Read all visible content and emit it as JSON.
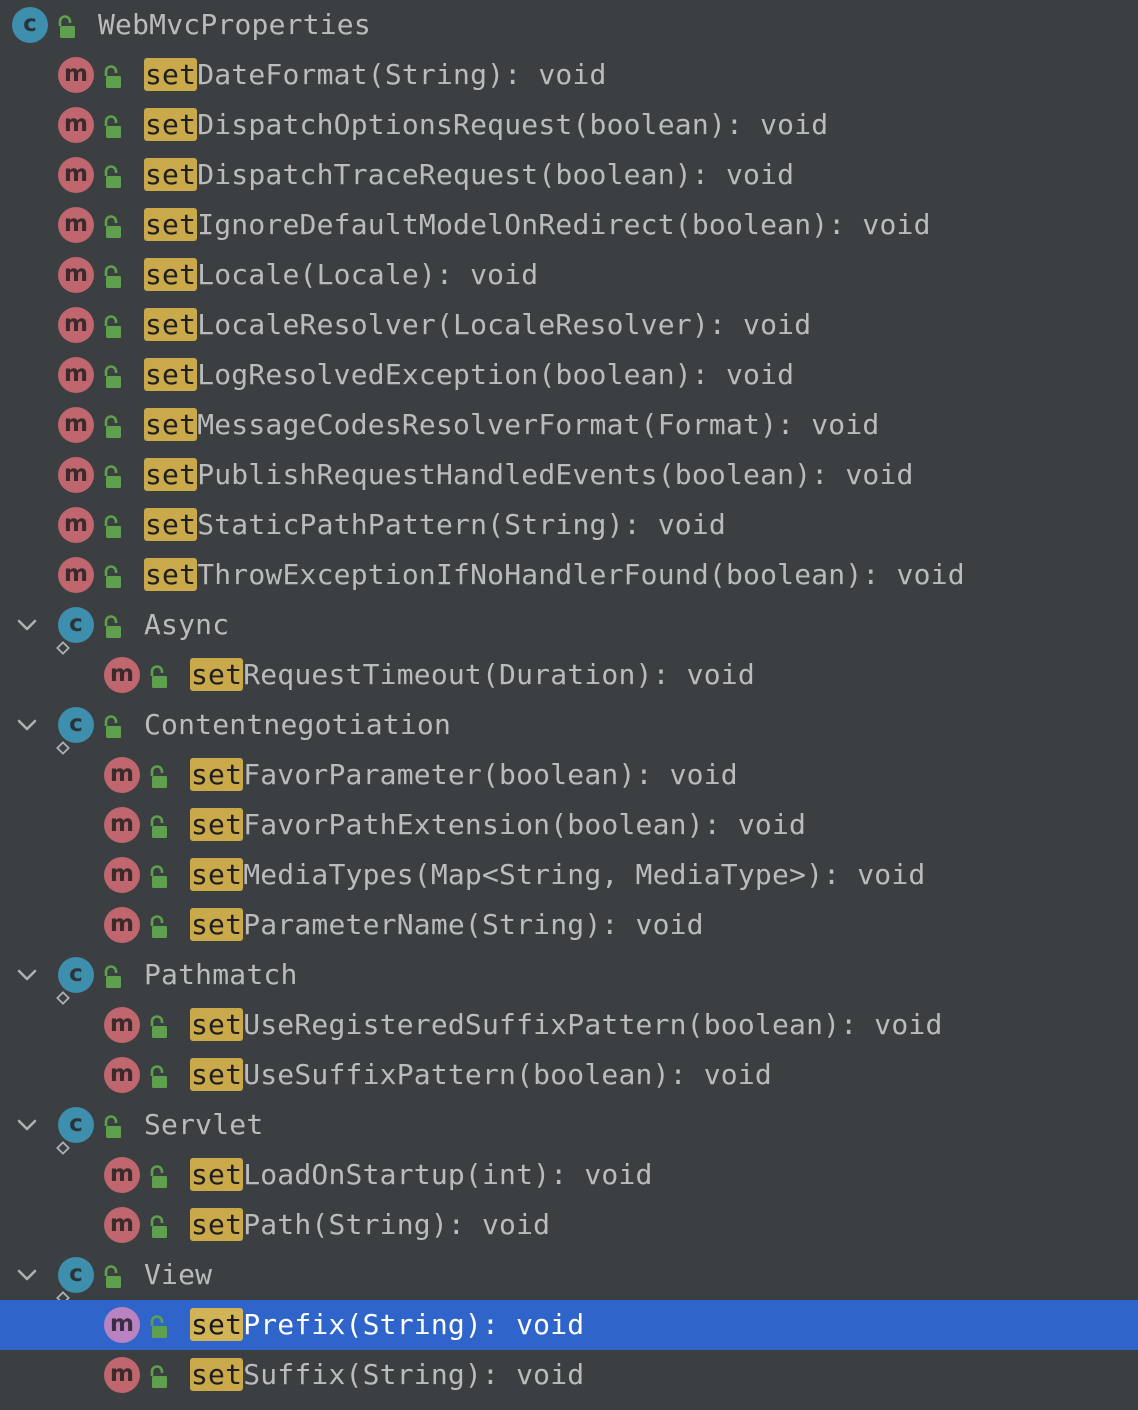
{
  "tree": {
    "highlight_prefix": "set",
    "items": [
      {
        "kind": "class",
        "depth": 0,
        "expandable": false,
        "name": "WebMvcProperties"
      },
      {
        "kind": "method",
        "depth": 1,
        "name": "DateFormat(String): void"
      },
      {
        "kind": "method",
        "depth": 1,
        "name": "DispatchOptionsRequest(boolean): void"
      },
      {
        "kind": "method",
        "depth": 1,
        "name": "DispatchTraceRequest(boolean): void"
      },
      {
        "kind": "method",
        "depth": 1,
        "name": "IgnoreDefaultModelOnRedirect(boolean): void"
      },
      {
        "kind": "method",
        "depth": 1,
        "name": "Locale(Locale): void"
      },
      {
        "kind": "method",
        "depth": 1,
        "name": "LocaleResolver(LocaleResolver): void"
      },
      {
        "kind": "method",
        "depth": 1,
        "name": "LogResolvedException(boolean): void"
      },
      {
        "kind": "method",
        "depth": 1,
        "name": "MessageCodesResolverFormat(Format): void"
      },
      {
        "kind": "method",
        "depth": 1,
        "name": "PublishRequestHandledEvents(boolean): void"
      },
      {
        "kind": "method",
        "depth": 1,
        "name": "StaticPathPattern(String): void"
      },
      {
        "kind": "method",
        "depth": 1,
        "name": "ThrowExceptionIfNoHandlerFound(boolean): void"
      },
      {
        "kind": "class",
        "depth": 1,
        "expandable": true,
        "static": true,
        "name": "Async"
      },
      {
        "kind": "method",
        "depth": 2,
        "name": "RequestTimeout(Duration): void"
      },
      {
        "kind": "class",
        "depth": 1,
        "expandable": true,
        "static": true,
        "name": "Contentnegotiation"
      },
      {
        "kind": "method",
        "depth": 2,
        "name": "FavorParameter(boolean): void"
      },
      {
        "kind": "method",
        "depth": 2,
        "name": "FavorPathExtension(boolean): void"
      },
      {
        "kind": "method",
        "depth": 2,
        "name": "MediaTypes(Map<String, MediaType>): void"
      },
      {
        "kind": "method",
        "depth": 2,
        "name": "ParameterName(String): void"
      },
      {
        "kind": "class",
        "depth": 1,
        "expandable": true,
        "static": true,
        "name": "Pathmatch"
      },
      {
        "kind": "method",
        "depth": 2,
        "name": "UseRegisteredSuffixPattern(boolean): void"
      },
      {
        "kind": "method",
        "depth": 2,
        "name": "UseSuffixPattern(boolean): void"
      },
      {
        "kind": "class",
        "depth": 1,
        "expandable": true,
        "static": true,
        "name": "Servlet"
      },
      {
        "kind": "method",
        "depth": 2,
        "name": "LoadOnStartup(int): void"
      },
      {
        "kind": "method",
        "depth": 2,
        "name": "Path(String): void"
      },
      {
        "kind": "class",
        "depth": 1,
        "expandable": true,
        "static": true,
        "name": "View"
      },
      {
        "kind": "method",
        "depth": 2,
        "selected": true,
        "name": "Prefix(String): void"
      },
      {
        "kind": "method",
        "depth": 2,
        "name": "Suffix(String): void"
      }
    ]
  },
  "icons": {
    "class_letter": "c",
    "method_letter": "m"
  },
  "colors": {
    "background": "#3c3f41",
    "selection": "#2f65ca",
    "match_highlight": "#c9a94a",
    "class_icon": "#3d8fad",
    "method_icon": "#c0666e",
    "public_lock": "#5fa04e"
  }
}
